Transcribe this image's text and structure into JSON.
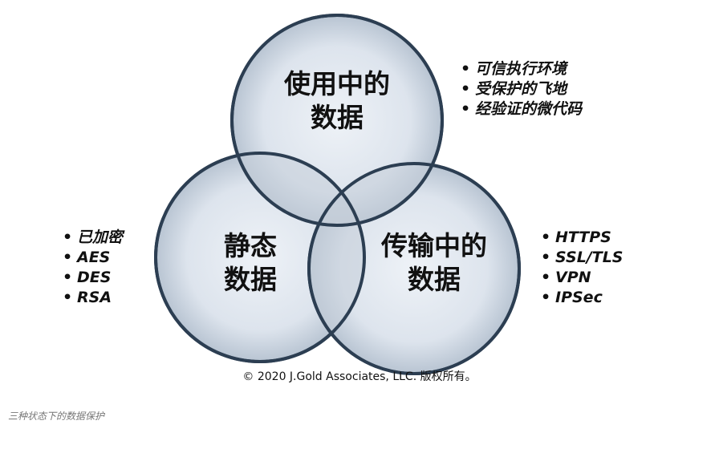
{
  "diagram": {
    "circles": [
      {
        "id": "in-use",
        "title": "使用中的\n数据"
      },
      {
        "id": "at-rest",
        "title": "静态\n数据"
      },
      {
        "id": "in-transit",
        "title": "传输中的\n数据"
      }
    ],
    "bullets": {
      "in_use": [
        "可信执行环境",
        "受保护的飞地",
        "经验证的微代码"
      ],
      "at_rest": [
        "已加密",
        "AES",
        "DES",
        "RSA"
      ],
      "in_transit": [
        "HTTPS",
        "SSL/TLS",
        "VPN",
        "IPSec"
      ]
    },
    "copyright": "© 2020 J.Gold Associates, LLC. 版权所有。",
    "colors": {
      "circle_fill": "#dfe6ee",
      "circle_stroke": "#2c3e52",
      "overlap": "#c4ced9"
    }
  },
  "caption": "三种状态下的数据保护"
}
